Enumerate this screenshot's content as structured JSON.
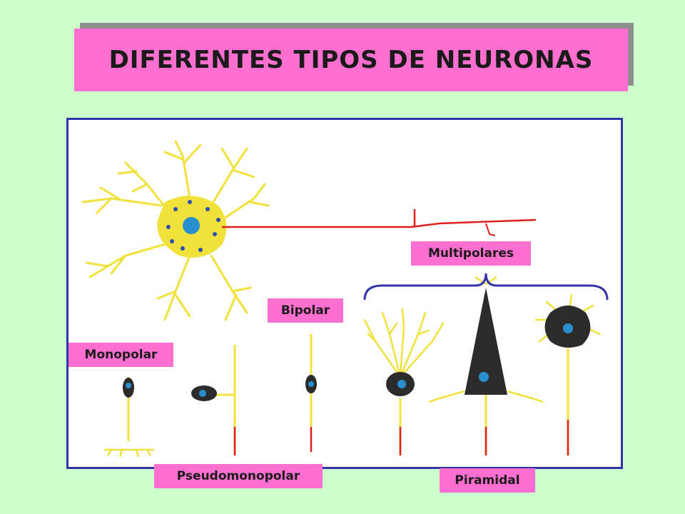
{
  "title": "DIFERENTES TIPOS DE NEURONAS",
  "labels": {
    "multipolares": "Multipolares",
    "bipolar": "Bipolar",
    "monopolar": "Monopolar",
    "pseudomonopolar": "Pseudomonopolar",
    "piramidal": "Piramidal"
  },
  "colors": {
    "background": "#ccffcc",
    "label_fill": "#ff6fcf",
    "panel_border": "#3333aa",
    "dendrite": "#f0e23a",
    "axon": "#e02020",
    "nucleus": "#2a8fd0",
    "cell_body_dark": "#2b2b2b"
  }
}
